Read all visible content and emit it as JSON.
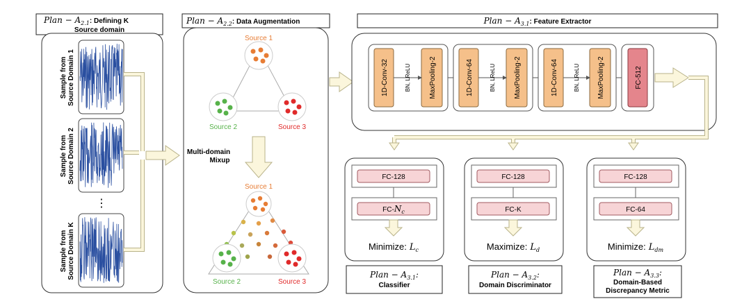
{
  "panel_a21": {
    "plan_prefix": "Plan − A",
    "plan_sub": "2.1",
    "title_line1": ": Defining K",
    "title_line2": "Source domain",
    "sample_labels": [
      {
        "line1": "Sample from",
        "line2": "Source Domain 1"
      },
      {
        "line1": "Sample from",
        "line2": "Source Domain 2"
      },
      {
        "line1": "Sample from",
        "line2": "Source Domain K"
      }
    ],
    "ellipsis": "⋮"
  },
  "panel_a22": {
    "plan_prefix": "Plan − A",
    "plan_sub": "2.2",
    "title": ": Data Augmentation",
    "sources": [
      "Source 1",
      "Source 2",
      "Source 3"
    ],
    "mixup_line1": "Multi-domain",
    "mixup_line2": "Mixup"
  },
  "panel_a31": {
    "plan_prefix": "Plan − A",
    "plan_sub": "3.1",
    "title": ": Feature Extractor",
    "blocks": [
      {
        "conv": "1D-Conv-32",
        "act": "BN, LReLU",
        "pool": "MaxPooling-2"
      },
      {
        "conv": "1D-Conv-64",
        "act": "BN, LReLU",
        "pool": "MaxPooling-2"
      },
      {
        "conv": "1D-Conv-64",
        "act": "BN, LReLU",
        "pool": "MaxPooling-2"
      }
    ],
    "fc": "FC-512"
  },
  "heads": [
    {
      "fc1": "FC-128",
      "fc2_prefix": "FC-",
      "fc2_var": "N",
      "fc2_sub": "c",
      "objective": "Minimize:",
      "loss_var": "L",
      "loss_sub": "c",
      "plan_prefix": "Plan − A",
      "plan_sub": "3.1",
      "plan_suffix": ":",
      "name_line1": "Classifier",
      "name_line2": ""
    },
    {
      "fc1": "FC-128",
      "fc2_prefix": "FC-K",
      "fc2_var": "",
      "fc2_sub": "",
      "objective": "Maximize:",
      "loss_var": "L",
      "loss_sub": "d",
      "plan_prefix": "Plan − A",
      "plan_sub": "3.2",
      "plan_suffix": ":",
      "name_line1": "Domain Discriminator",
      "name_line2": ""
    },
    {
      "fc1": "FC-128",
      "fc2_prefix": "FC-64",
      "fc2_var": "",
      "fc2_sub": "",
      "objective": "Minimize:",
      "loss_var": "L",
      "loss_sub": "dm",
      "plan_prefix": "Plan − A",
      "plan_sub": "3.3",
      "plan_suffix": ":",
      "name_line1": "Domain-Based",
      "name_line2": "Discrepancy Metric"
    }
  ],
  "colors": {
    "orange_box": "#f5c08a",
    "red_box": "#e4858c",
    "pink_box": "#f7d4d6",
    "arrow_fill": "#fbf6dc",
    "signal": "#2a4fa0",
    "source1": "#e77d35",
    "source2": "#57b24a",
    "source3": "#e02a2a"
  }
}
